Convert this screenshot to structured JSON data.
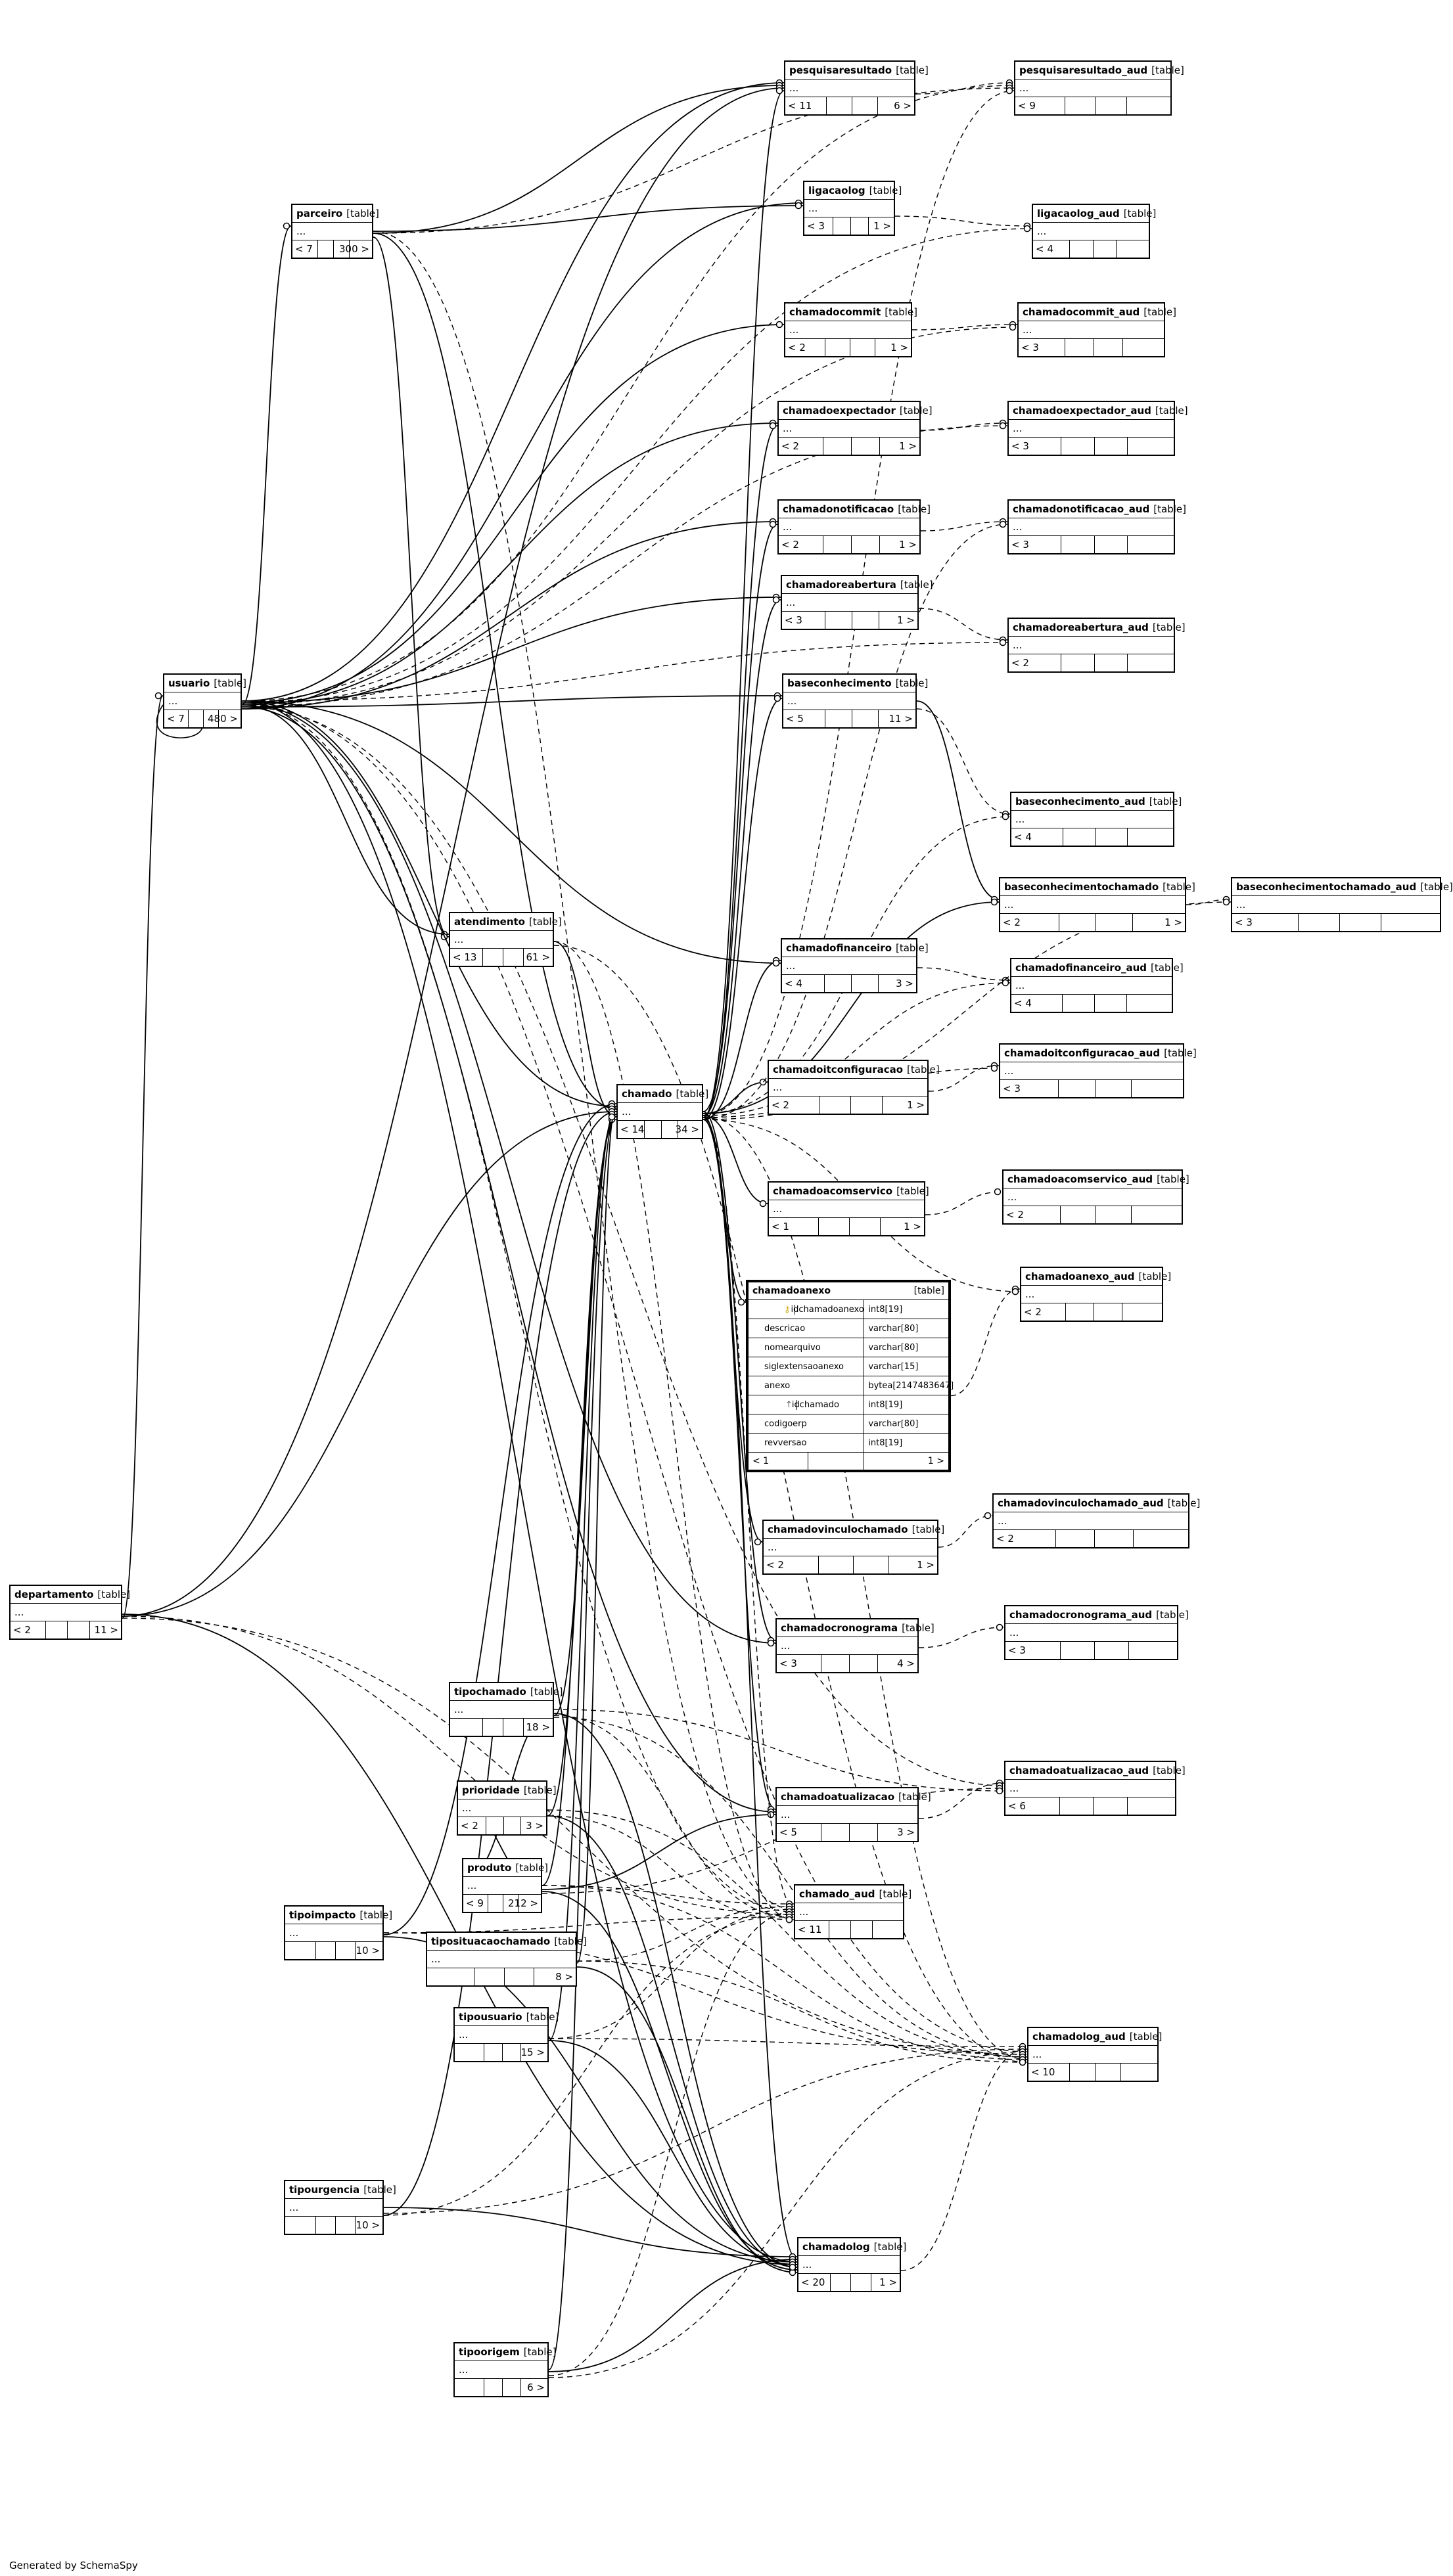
{
  "diagram": {
    "type_label": "[table]",
    "ellipsis": "...",
    "tables": [
      {
        "id": "pesquisaresultado",
        "name": "pesquisaresultado",
        "left": "< 11",
        "right": "6 >"
      },
      {
        "id": "pesquisaresultado_aud",
        "name": "pesquisaresultado_aud",
        "left": "< 9",
        "right": ""
      },
      {
        "id": "ligacaolog",
        "name": "ligacaolog",
        "left": "< 3",
        "right": "1 >"
      },
      {
        "id": "ligacaolog_aud",
        "name": "ligacaolog_aud",
        "left": "< 4",
        "right": ""
      },
      {
        "id": "parceiro",
        "name": "parceiro",
        "left": "< 7",
        "right": "300 >"
      },
      {
        "id": "chamadocommit",
        "name": "chamadocommit",
        "left": "< 2",
        "right": "1 >"
      },
      {
        "id": "chamadocommit_aud",
        "name": "chamadocommit_aud",
        "left": "< 3",
        "right": ""
      },
      {
        "id": "chamadoexpectador",
        "name": "chamadoexpectador",
        "left": "< 2",
        "right": "1 >"
      },
      {
        "id": "chamadoexpectador_aud",
        "name": "chamadoexpectador_aud",
        "left": "< 3",
        "right": ""
      },
      {
        "id": "chamadonotificacao",
        "name": "chamadonotificacao",
        "left": "< 2",
        "right": "1 >"
      },
      {
        "id": "chamadonotificacao_aud",
        "name": "chamadonotificacao_aud",
        "left": "< 3",
        "right": ""
      },
      {
        "id": "chamadoreabertura",
        "name": "chamadoreabertura",
        "left": "< 3",
        "right": "1 >"
      },
      {
        "id": "chamadoreabertura_aud",
        "name": "chamadoreabertura_aud",
        "left": "< 2",
        "right": ""
      },
      {
        "id": "usuario",
        "name": "usuario",
        "left": "< 7",
        "right": "480 >"
      },
      {
        "id": "baseconhecimento",
        "name": "baseconhecimento",
        "left": "< 5",
        "right": "11 >"
      },
      {
        "id": "baseconhecimento_aud",
        "name": "baseconhecimento_aud",
        "left": "< 4",
        "right": ""
      },
      {
        "id": "baseconhecimentochamado",
        "name": "baseconhecimentochamado",
        "left": "< 2",
        "right": "1 >"
      },
      {
        "id": "baseconhecimentochamado_aud",
        "name": "baseconhecimentochamado_aud",
        "left": "< 3",
        "right": ""
      },
      {
        "id": "atendimento",
        "name": "atendimento",
        "left": "< 13",
        "right": "61 >"
      },
      {
        "id": "chamadofinanceiro",
        "name": "chamadofinanceiro",
        "left": "< 4",
        "right": "3 >"
      },
      {
        "id": "chamadofinanceiro_aud",
        "name": "chamadofinanceiro_aud",
        "left": "< 4",
        "right": ""
      },
      {
        "id": "chamadoitconfiguracao",
        "name": "chamadoitconfiguracao",
        "left": "< 2",
        "right": "1 >"
      },
      {
        "id": "chamadoitconfiguracao_aud",
        "name": "chamadoitconfiguracao_aud",
        "left": "< 3",
        "right": ""
      },
      {
        "id": "chamado",
        "name": "chamado",
        "left": "< 14",
        "right": "34 >"
      },
      {
        "id": "chamadoacomservico",
        "name": "chamadoacomservico",
        "left": "< 1",
        "right": "1 >"
      },
      {
        "id": "chamadoacomservico_aud",
        "name": "chamadoacomservico_aud",
        "left": "< 2",
        "right": ""
      },
      {
        "id": "chamadoanexo_aud",
        "name": "chamadoanexo_aud",
        "left": "< 2",
        "right": ""
      },
      {
        "id": "chamadovinculochamado_aud",
        "name": "chamadovinculochamado_aud",
        "left": "< 2",
        "right": ""
      },
      {
        "id": "chamadovinculochamado",
        "name": "chamadovinculochamado",
        "left": "< 2",
        "right": "1 >"
      },
      {
        "id": "departamento",
        "name": "departamento",
        "left": "< 2",
        "right": "11 >"
      },
      {
        "id": "chamadocronograma",
        "name": "chamadocronograma",
        "left": "< 3",
        "right": "4 >"
      },
      {
        "id": "chamadocronograma_aud",
        "name": "chamadocronograma_aud",
        "left": "< 3",
        "right": ""
      },
      {
        "id": "tipochamado",
        "name": "tipochamado",
        "left": "",
        "right": "18 >"
      },
      {
        "id": "chamadoatualizacao_aud",
        "name": "chamadoatualizacao_aud",
        "left": "< 6",
        "right": ""
      },
      {
        "id": "prioridade",
        "name": "prioridade",
        "left": "< 2",
        "right": "3 >"
      },
      {
        "id": "chamadoatualizacao",
        "name": "chamadoatualizacao",
        "left": "< 5",
        "right": "3 >"
      },
      {
        "id": "produto",
        "name": "produto",
        "left": "< 9",
        "right": "212 >"
      },
      {
        "id": "chamado_aud",
        "name": "chamado_aud",
        "left": "< 11",
        "right": ""
      },
      {
        "id": "tipoimpacto",
        "name": "tipoimpacto",
        "left": "",
        "right": "10 >"
      },
      {
        "id": "tiposituacaochamado",
        "name": "tiposituacaochamado",
        "left": "",
        "right": "8 >"
      },
      {
        "id": "tipousuario",
        "name": "tipousuario",
        "left": "",
        "right": "15 >"
      },
      {
        "id": "chamadolog_aud",
        "name": "chamadolog_aud",
        "left": "< 10",
        "right": ""
      },
      {
        "id": "tipourgencia",
        "name": "tipourgencia",
        "left": "",
        "right": "10 >"
      },
      {
        "id": "chamadolog",
        "name": "chamadolog",
        "left": "< 20",
        "right": "1 >"
      },
      {
        "id": "tipoorigem",
        "name": "tipoorigem",
        "left": "",
        "right": "6 >"
      }
    ],
    "detail_table": {
      "name": "chamadoanexo",
      "columns": [
        {
          "name": "idchamadoanexo",
          "type": "int8[19]",
          "key": "primary"
        },
        {
          "name": "descricao",
          "type": "varchar[80]",
          "key": ""
        },
        {
          "name": "nomearquivo",
          "type": "varchar[80]",
          "key": ""
        },
        {
          "name": "siglextensaoanexo",
          "type": "varchar[15]",
          "key": ""
        },
        {
          "name": "anexo",
          "type": "bytea[2147483647]",
          "key": ""
        },
        {
          "name": "idchamado",
          "type": "int8[19]",
          "key": "foreign"
        },
        {
          "name": "codigoerp",
          "type": "varchar[80]",
          "key": ""
        },
        {
          "name": "revversao",
          "type": "int8[19]",
          "key": ""
        }
      ],
      "left": "< 1",
      "right": "1 >"
    },
    "relations": [
      [
        "usuario",
        "pesquisaresultado",
        "solid"
      ],
      [
        "parceiro",
        "pesquisaresultado",
        "solid"
      ],
      [
        "departamento",
        "pesquisaresultado",
        "solid"
      ],
      [
        "chamado",
        "pesquisaresultado",
        "solid"
      ],
      [
        "usuario",
        "ligacaolog",
        "solid"
      ],
      [
        "parceiro",
        "ligacaolog",
        "solid"
      ],
      [
        "usuario",
        "chamadocommit",
        "solid"
      ],
      [
        "usuario",
        "chamadoexpectador",
        "solid"
      ],
      [
        "chamado",
        "chamadoexpectador",
        "solid"
      ],
      [
        "usuario",
        "chamadonotificacao",
        "solid"
      ],
      [
        "chamado",
        "chamadonotificacao",
        "solid"
      ],
      [
        "usuario",
        "chamadoreabertura",
        "solid"
      ],
      [
        "chamado",
        "chamadoreabertura",
        "solid"
      ],
      [
        "usuario",
        "baseconhecimento",
        "solid"
      ],
      [
        "chamado",
        "baseconhecimento",
        "solid"
      ],
      [
        "baseconhecimento",
        "baseconhecimentochamado",
        "solid"
      ],
      [
        "chamado",
        "baseconhecimentochamado",
        "solid"
      ],
      [
        "usuario",
        "atendimento",
        "solid"
      ],
      [
        "parceiro",
        "atendimento",
        "solid"
      ],
      [
        "chamado",
        "chamadofinanceiro",
        "solid"
      ],
      [
        "usuario",
        "chamadofinanceiro",
        "solid"
      ],
      [
        "chamado",
        "chamadoitconfiguracao",
        "solid"
      ],
      [
        "chamado",
        "chamadoacomservico",
        "solid"
      ],
      [
        "chamado",
        "chamadoanexo",
        "solid"
      ],
      [
        "chamado",
        "chamadovinculochamado",
        "solid"
      ],
      [
        "chamado",
        "chamadocronograma",
        "solid"
      ],
      [
        "usuario",
        "chamadocronograma",
        "solid"
      ],
      [
        "chamado",
        "chamadoatualizacao",
        "solid"
      ],
      [
        "usuario",
        "chamadoatualizacao",
        "solid"
      ],
      [
        "chamado",
        "chamadolog",
        "solid"
      ],
      [
        "usuario",
        "chamadolog",
        "solid"
      ],
      [
        "departamento",
        "chamadolog",
        "solid"
      ],
      [
        "tipochamado",
        "chamadolog",
        "solid"
      ],
      [
        "produto",
        "chamadolog",
        "solid"
      ],
      [
        "tiposituacaochamado",
        "chamadolog",
        "solid"
      ],
      [
        "tipourgencia",
        "chamadolog",
        "solid"
      ],
      [
        "tipoorigem",
        "chamadolog",
        "solid"
      ],
      [
        "tipoimpacto",
        "chamadolog",
        "solid"
      ],
      [
        "tipousuario",
        "chamadolog",
        "solid"
      ],
      [
        "prioridade",
        "chamadolog",
        "solid"
      ],
      [
        "usuario",
        "chamado",
        "solid"
      ],
      [
        "parceiro",
        "chamado",
        "solid"
      ],
      [
        "departamento",
        "chamado",
        "solid"
      ],
      [
        "tipochamado",
        "chamado",
        "solid"
      ],
      [
        "prioridade",
        "chamado",
        "solid"
      ],
      [
        "produto",
        "chamado",
        "solid"
      ],
      [
        "tipoimpacto",
        "chamado",
        "solid"
      ],
      [
        "tiposituacaochamado",
        "chamado",
        "solid"
      ],
      [
        "tipousuario",
        "chamado",
        "solid"
      ],
      [
        "tipourgencia",
        "chamado",
        "solid"
      ],
      [
        "tipoorigem",
        "chamado",
        "solid"
      ],
      [
        "atendimento",
        "chamado",
        "solid"
      ],
      [
        "usuario",
        "parceiro",
        "solid"
      ],
      [
        "departamento",
        "usuario",
        "solid"
      ],
      [
        "usuario",
        "usuario",
        "solid"
      ],
      [
        "produto",
        "prioridade",
        "solid"
      ],
      [
        "tipochamado",
        "produto",
        "solid"
      ],
      [
        "produto",
        "chamadoatualizacao",
        "solid"
      ],
      [
        "pesquisaresultado",
        "pesquisaresultado_aud",
        "dashed"
      ],
      [
        "ligacaolog",
        "ligacaolog_aud",
        "dashed"
      ],
      [
        "chamadocommit",
        "chamadocommit_aud",
        "dashed"
      ],
      [
        "chamadoexpectador",
        "chamadoexpectador_aud",
        "dashed"
      ],
      [
        "chamadonotificacao",
        "chamadonotificacao_aud",
        "dashed"
      ],
      [
        "chamadoreabertura",
        "chamadoreabertura_aud",
        "dashed"
      ],
      [
        "baseconhecimento",
        "baseconhecimento_aud",
        "dashed"
      ],
      [
        "baseconhecimentochamado",
        "baseconhecimentochamado_aud",
        "dashed"
      ],
      [
        "chamadofinanceiro",
        "chamadofinanceiro_aud",
        "dashed"
      ],
      [
        "chamadoitconfiguracao",
        "chamadoitconfiguracao_aud",
        "dashed"
      ],
      [
        "chamadoacomservico",
        "chamadoacomservico_aud",
        "dashed"
      ],
      [
        "chamadoanexo",
        "chamadoanexo_aud",
        "dashed"
      ],
      [
        "chamadovinculochamado",
        "chamadovinculochamado_aud",
        "dashed"
      ],
      [
        "chamadocronograma",
        "chamadocronograma_aud",
        "dashed"
      ],
      [
        "chamadoatualizacao",
        "chamadoatualizacao_aud",
        "dashed"
      ],
      [
        "chamadolog",
        "chamadolog_aud",
        "dashed"
      ],
      [
        "chamado",
        "chamado_aud",
        "dashed"
      ],
      [
        "usuario",
        "pesquisaresultado_aud",
        "dashed"
      ],
      [
        "usuario",
        "ligacaolog_aud",
        "dashed"
      ],
      [
        "usuario",
        "chamadocommit_aud",
        "dashed"
      ],
      [
        "usuario",
        "chamadoexpectador_aud",
        "dashed"
      ],
      [
        "chamado",
        "chamadonotificacao_aud",
        "dashed"
      ],
      [
        "usuario",
        "chamadoreabertura_aud",
        "dashed"
      ],
      [
        "chamado",
        "baseconhecimento_aud",
        "dashed"
      ],
      [
        "chamado",
        "chamadofinanceiro_aud",
        "dashed"
      ],
      [
        "chamado",
        "baseconhecimentochamado_aud",
        "dashed"
      ],
      [
        "chamado",
        "chamadoanexo_aud",
        "dashed"
      ],
      [
        "parceiro",
        "chamado_aud",
        "dashed"
      ],
      [
        "usuario",
        "chamado_aud",
        "dashed"
      ],
      [
        "departamento",
        "chamado_aud",
        "dashed"
      ],
      [
        "tipochamado",
        "chamado_aud",
        "dashed"
      ],
      [
        "prioridade",
        "chamado_aud",
        "dashed"
      ],
      [
        "produto",
        "chamado_aud",
        "dashed"
      ],
      [
        "tiposituacaochamado",
        "chamado_aud",
        "dashed"
      ],
      [
        "tipousuario",
        "chamado_aud",
        "dashed"
      ],
      [
        "tipoorigem",
        "chamado_aud",
        "dashed"
      ],
      [
        "tipourgencia",
        "chamado_aud",
        "dashed"
      ],
      [
        "tipoimpacto",
        "chamado_aud",
        "dashed"
      ],
      [
        "atendimento",
        "chamado_aud",
        "dashed"
      ],
      [
        "usuario",
        "chamadolog_aud",
        "dashed"
      ],
      [
        "departamento",
        "chamadolog_aud",
        "dashed"
      ],
      [
        "tipochamado",
        "chamadolog_aud",
        "dashed"
      ],
      [
        "produto",
        "chamadolog_aud",
        "dashed"
      ],
      [
        "tiposituacaochamado",
        "chamadolog_aud",
        "dashed"
      ],
      [
        "tipousuario",
        "chamadolog_aud",
        "dashed"
      ],
      [
        "tipourgencia",
        "chamadolog_aud",
        "dashed"
      ],
      [
        "tipoorigem",
        "chamadolog_aud",
        "dashed"
      ],
      [
        "tipoimpacto",
        "chamadolog_aud",
        "dashed"
      ],
      [
        "prioridade",
        "chamadolog_aud",
        "dashed"
      ],
      [
        "chamado",
        "chamadolog_aud",
        "dashed"
      ],
      [
        "usuario",
        "chamadoatualizacao_aud",
        "dashed"
      ],
      [
        "produto",
        "chamadoatualizacao_aud",
        "dashed"
      ],
      [
        "tipochamado",
        "chamadoatualizacao_aud",
        "dashed"
      ],
      [
        "parceiro",
        "pesquisaresultado_aud",
        "dashed"
      ],
      [
        "chamado",
        "pesquisaresultado_aud",
        "dashed"
      ],
      [
        "atendimento",
        "chamadolog_aud",
        "dashed"
      ],
      [
        "chamado",
        "chamadoitconfiguracao_aud",
        "dashed"
      ]
    ]
  },
  "footer": {
    "text": "Generated by SchemaSpy"
  }
}
